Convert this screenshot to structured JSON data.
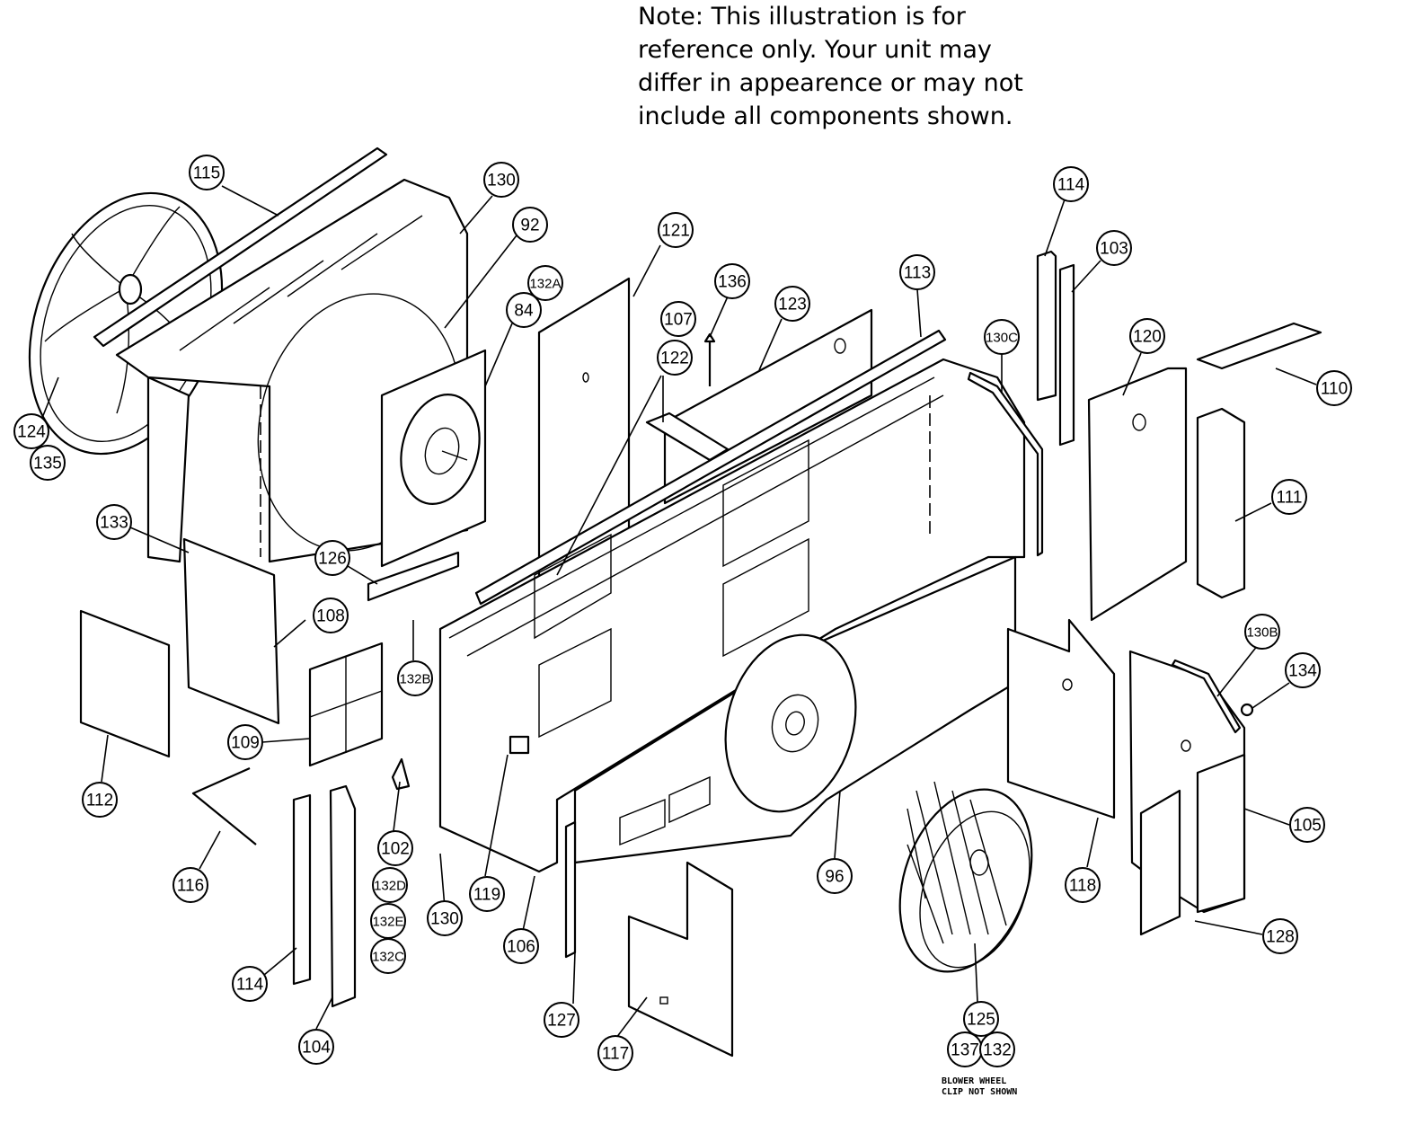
{
  "note": {
    "lines": [
      "Note: This illustration is for",
      "reference only. Your unit may",
      "differ in appearence or may not",
      "include all components shown."
    ]
  },
  "callouts": [
    {
      "id": "115",
      "label": "115"
    },
    {
      "id": "130a",
      "label": "130"
    },
    {
      "id": "92",
      "label": "92"
    },
    {
      "id": "132A",
      "label": "132A"
    },
    {
      "id": "84",
      "label": "84"
    },
    {
      "id": "121",
      "label": "121"
    },
    {
      "id": "107",
      "label": "107"
    },
    {
      "id": "122",
      "label": "122"
    },
    {
      "id": "136",
      "label": "136"
    },
    {
      "id": "123",
      "label": "123"
    },
    {
      "id": "113",
      "label": "113"
    },
    {
      "id": "130C",
      "label": "130C"
    },
    {
      "id": "114a",
      "label": "114"
    },
    {
      "id": "103",
      "label": "103"
    },
    {
      "id": "120",
      "label": "120"
    },
    {
      "id": "110",
      "label": "110"
    },
    {
      "id": "111",
      "label": "111"
    },
    {
      "id": "124",
      "label": "124"
    },
    {
      "id": "135",
      "label": "135"
    },
    {
      "id": "133",
      "label": "133"
    },
    {
      "id": "126",
      "label": "126"
    },
    {
      "id": "108",
      "label": "108"
    },
    {
      "id": "132B",
      "label": "132B"
    },
    {
      "id": "112",
      "label": "112"
    },
    {
      "id": "109",
      "label": "109"
    },
    {
      "id": "116",
      "label": "116"
    },
    {
      "id": "102",
      "label": "102"
    },
    {
      "id": "132D",
      "label": "132D"
    },
    {
      "id": "132E",
      "label": "132E"
    },
    {
      "id": "132C",
      "label": "132C"
    },
    {
      "id": "114b",
      "label": "114"
    },
    {
      "id": "104",
      "label": "104"
    },
    {
      "id": "130b",
      "label": "130"
    },
    {
      "id": "119",
      "label": "119"
    },
    {
      "id": "106",
      "label": "106"
    },
    {
      "id": "127",
      "label": "127"
    },
    {
      "id": "117",
      "label": "117"
    },
    {
      "id": "96",
      "label": "96"
    },
    {
      "id": "125",
      "label": "125"
    },
    {
      "id": "137",
      "label": "137"
    },
    {
      "id": "132",
      "label": "132"
    },
    {
      "id": "118",
      "label": "118"
    },
    {
      "id": "130B",
      "label": "130B"
    },
    {
      "id": "134",
      "label": "134"
    },
    {
      "id": "105",
      "label": "105"
    },
    {
      "id": "128",
      "label": "128"
    }
  ],
  "footnote": {
    "line1": "BLOWER WHEEL",
    "line2": "CLIP NOT SHOWN"
  }
}
